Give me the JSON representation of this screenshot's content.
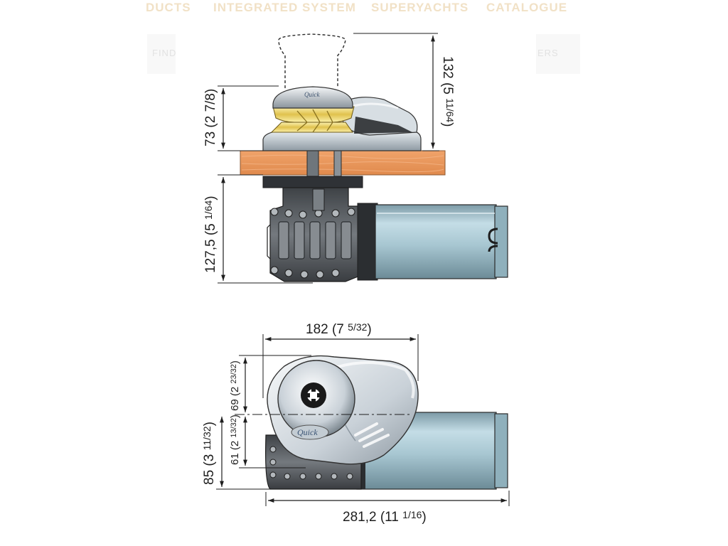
{
  "nav": {
    "items": [
      "DUCTS",
      "INTEGRATED SYSTEM",
      "SUPERYACHTS",
      "CATALOGUE"
    ],
    "bar_left": "FIND",
    "bar_right": "ERS"
  },
  "brand": {
    "logo_text": "Quick"
  },
  "dimensions": {
    "side_top_total": {
      "main": "132 (5",
      "frac": "11/64",
      "close": ")"
    },
    "side_above_deck": {
      "main": "73 (2 7/8)"
    },
    "side_below_deck": {
      "main": "127,5 (5",
      "frac": "1/64",
      "close": ")"
    },
    "top_width": {
      "main": "182 (7",
      "frac": "5/32",
      "close": ")"
    },
    "top_upper_half": {
      "main": "69 (2",
      "frac": "23/32",
      "close": ")"
    },
    "top_lower_half": {
      "main": "61 (2",
      "frac": "13/32",
      "close": ")"
    },
    "top_lower_total": {
      "main": "85 (3",
      "frac": "11/32",
      "close": ")"
    },
    "top_length": {
      "main": "281,2 (11",
      "frac": "1/16",
      "close": ")"
    }
  },
  "colors": {
    "deck": "#e8955a",
    "motor": "#a9c9d4",
    "cover": "#cfd6dc",
    "gypsy": "#e8d46a",
    "gearbox": "#55595e"
  }
}
